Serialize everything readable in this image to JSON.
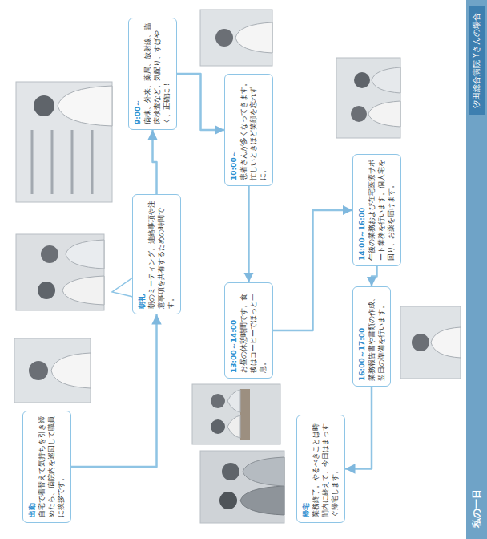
{
  "diagram": {
    "title": "私の一日",
    "nodes": [
      {
        "text": [
          "出勤",
          "自宅で着替えて気持ちを引き締めたら、病院内を巡回して職員に挨拶です。"
        ]
      },
      {
        "text": [
          "朝礼",
          "朝のミーティング。連絡事項や注意事項を共有するための時間です。"
        ]
      },
      {
        "text": [
          "9:00～",
          "病棟、外来、薬局、放射線、臨床検査など。気配り、すばやく、正確に！"
        ]
      },
      {
        "text": [
          "10:00～",
          "患者さんが多くなってきます。忙しいときほど笑顔を忘れずに。"
        ]
      },
      {
        "text": [
          "13:00～14:00",
          "お昼の休憩時間です。食後はコーヒーでほっと一息。"
        ]
      },
      {
        "text": [
          "14:00～16:00",
          "午後の業務および在宅医療サポート業務を行います。個人宅を回り、お薬を届けます。"
        ]
      },
      {
        "text": [
          "16:00～17:00",
          "業務報告書や書類の作成、翌日の準備を行います。"
        ]
      },
      {
        "text": [
          "帰宅",
          "業務終了。やるべきことは時間内に終えて、今日はまっすぐ帰宅します。"
        ]
      }
    ],
    "edges": [
      {
        "from": 0,
        "to": 1,
        "arrow": "to"
      },
      {
        "from": 1,
        "to": 2,
        "arrow": "to"
      },
      {
        "from": 2,
        "to": 3,
        "arrow": "to"
      },
      {
        "from": 3,
        "to": 4,
        "arrow": "to"
      },
      {
        "from": 4,
        "to": 5,
        "arrow": "to"
      },
      {
        "from": 5,
        "to": 6,
        "arrow": "to"
      },
      {
        "from": 6,
        "to": 7,
        "arrow": "to"
      }
    ],
    "labels": [
      "汐田総合病院 Yさんの場合"
    ]
  }
}
